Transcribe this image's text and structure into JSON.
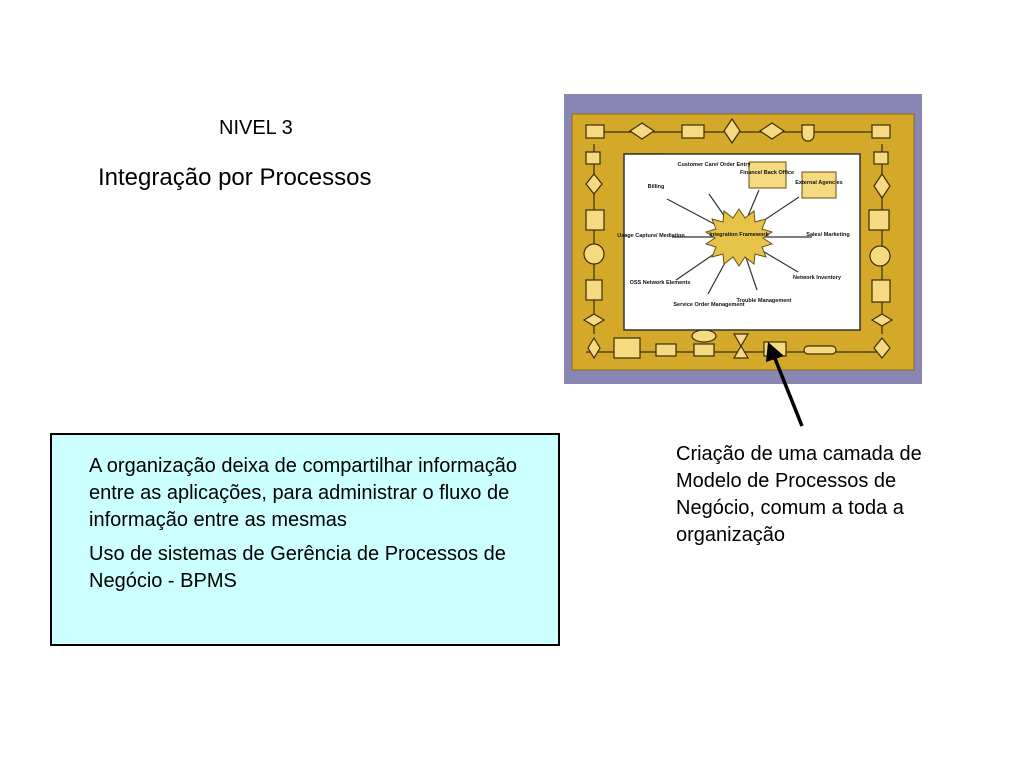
{
  "slide": {
    "level": "NIVEL 3",
    "title": "Integração por Processos",
    "box_lines": [
      "A organização deixa de compartilhar informação entre as aplicações,  para administrar o fluxo de informação entre as mesmas",
      "Uso de sistemas de Gerência de Processos de Negócio - BPMS"
    ],
    "note": "Criação de uma camada de Modelo de Processos de Negócio, comum a toda a organização"
  },
  "diagram": {
    "hub": "Integration Framework",
    "spokes": [
      "Billing",
      "Customer Care/ Order Entry",
      "Finance/ Back Office",
      "External Agencies",
      "Sales/ Marketing",
      "Network Inventory",
      "Trouble Management",
      "Service Order Management",
      "OSS Network Elements",
      "Usage Capture/ Mediation"
    ]
  },
  "colors": {
    "frame_bg": "#8a86b4",
    "gold": "#d4a92a",
    "shape_fill": "#f6da82",
    "box_bg": "#ccffff"
  }
}
